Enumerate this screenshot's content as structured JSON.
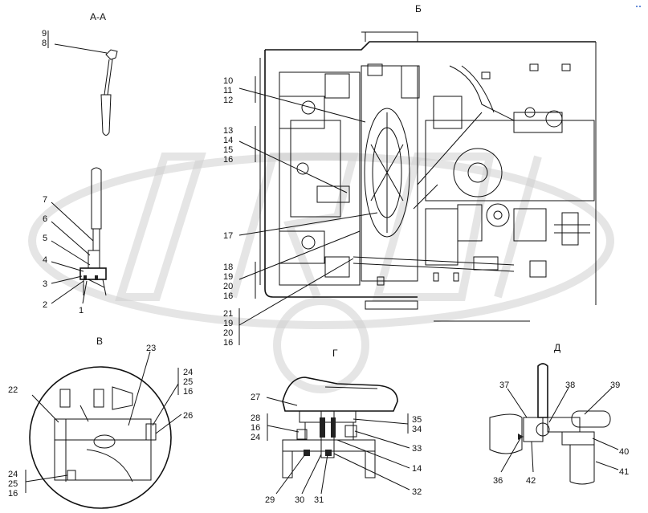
{
  "views": {
    "aa": "А-А",
    "b": "Б",
    "v": "В",
    "g": "Г",
    "d": "Д"
  },
  "callouts": {
    "aa": {
      "g1": [
        "9",
        "8"
      ],
      "c7": "7",
      "c6": "6",
      "c5": "5",
      "c4": "4",
      "c3": "3",
      "c2": "2",
      "c1": "1"
    },
    "b": {
      "g1": [
        "10",
        "11",
        "12"
      ],
      "g2": [
        "13",
        "14",
        "15",
        "16"
      ],
      "c17": "17",
      "g3": [
        "18",
        "19",
        "20",
        "16"
      ],
      "g4": [
        "21",
        "19",
        "20",
        "16"
      ]
    },
    "v": {
      "c22": "22",
      "c23": "23",
      "g1": [
        "24",
        "25",
        "16"
      ],
      "c26": "26",
      "g2": [
        "24",
        "25",
        "16"
      ]
    },
    "g": {
      "c27": "27",
      "g1": [
        "28",
        "16",
        "24"
      ],
      "g2": [
        "35",
        "34"
      ],
      "c33": "33",
      "c14": "14",
      "c29": "29",
      "c30": "30",
      "c31": "31",
      "c32": "32"
    },
    "d": {
      "c37": "37",
      "c38": "38",
      "c39": "39",
      "c40": "40",
      "c41": "41",
      "c36": "36",
      "c42": "42"
    }
  }
}
